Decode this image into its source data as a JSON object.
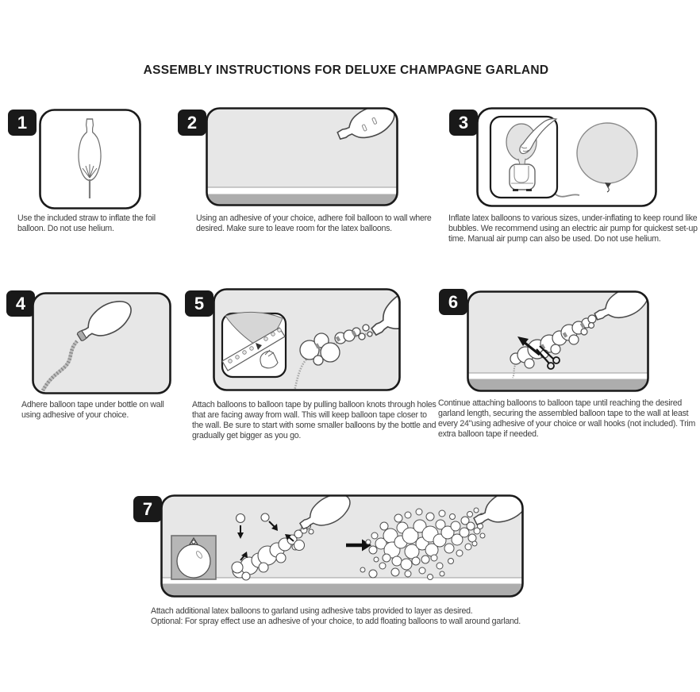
{
  "title": "ASSEMBLY INSTRUCTIONS FOR DELUXE CHAMPAGNE GARLAND",
  "steps": [
    {
      "number": "1",
      "caption": "Use the included straw to inflate the foil balloon. Do not use helium.",
      "illustration": "foil champagne-bottle balloon inflated with a straw"
    },
    {
      "number": "2",
      "caption": "Using an adhesive of your choice, adhere foil balloon to wall where desired. Make sure to leave room for the latex balloons.",
      "illustration": "foil bottle balloon adhered at an angle to top-right of wall"
    },
    {
      "number": "3",
      "caption": "Inflate latex balloons to various sizes, under-inflating to keep round like bubbles. We recommend using an electric air pump for quickest set-up time. Manual air pump can also be used. Do not use helium.",
      "illustration": "hand inflating latex balloon on electric air pump; round under-inflated balloon"
    },
    {
      "number": "4",
      "caption": "Adhere balloon tape under bottle on wall using adhesive of your choice.",
      "illustration": "balloon tape curving down the wall from under the bottle balloon"
    },
    {
      "number": "5",
      "caption": "Attach balloons to balloon tape by pulling balloon knots through holes that are facing away from wall. This will keep balloon tape closer to the wall. Be sure to start with some smaller balloons by the bottle and gradually get bigger as you go.",
      "illustration": "zoom inset of balloon knot pulled through tape hole; balloon cluster growing toward bottle"
    },
    {
      "number": "6",
      "caption": "Continue attaching balloons to balloon tape until reaching the desired garland length, securing the assembled balloon tape to the wall at least every 24\"using adhesive of your choice or wall hooks (not included). Trim extra balloon tape if needed.",
      "illustration": "finished garland on wall with scissors trimming extra balloon tape"
    },
    {
      "number": "7",
      "caption": "Attach additional latex balloons to garland using adhesive tabs provided to layer as desired.\nOptional: For spray effect use an adhesive of your choice, to add floating balloons to wall around garland.",
      "illustration": "adhesive tab inset; arrows adding balloons to garland; arrow to final dense spray of balloons"
    }
  ],
  "colors": {
    "badge_background": "#191919",
    "badge_text": "#ffffff",
    "wall_gray": "#e7e7e7",
    "baseboard_gray": "#adadad",
    "panel_border": "#1a1a1a",
    "balloon_gray": "#e3e3e3",
    "tape_gray": "#a8a8a8",
    "caption_text": "#3e3e3e"
  }
}
